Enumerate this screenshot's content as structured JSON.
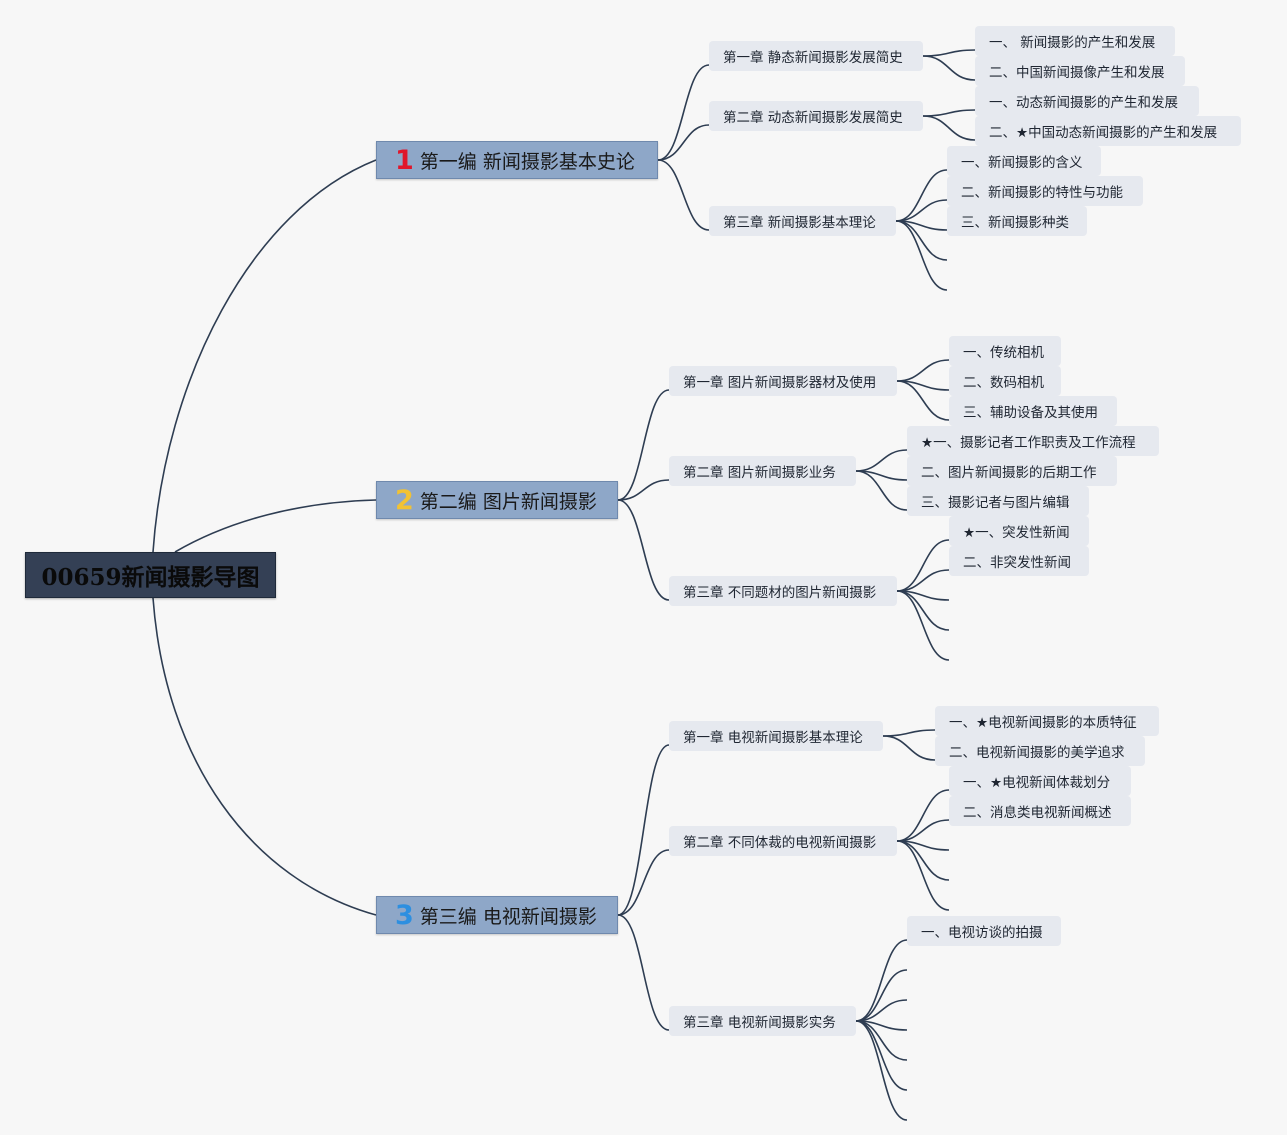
{
  "root": {
    "title": "00659新闻摄影导图"
  },
  "parts": [
    {
      "number": "1",
      "number_color": "#e0162b",
      "title": "第一编 新闻摄影基本史论",
      "chapters": [
        {
          "title": "第一章 静态新闻摄影发展简史",
          "sections": [
            "一、 新闻摄影的产生和发展",
            "二、中国新闻摄像产生和发展"
          ],
          "extra_branches": 0
        },
        {
          "title": "第二章 动态新闻摄影发展简史",
          "sections": [
            "一、动态新闻摄影的产生和发展",
            "二、★中国动态新闻摄影的产生和发展"
          ],
          "extra_branches": 0
        },
        {
          "title": "第三章 新闻摄影基本理论",
          "sections": [
            "一、新闻摄影的含义",
            "二、新闻摄影的特性与功能",
            "三、新闻摄影种类"
          ],
          "extra_branches": 2
        }
      ]
    },
    {
      "number": "2",
      "number_color": "#f2c233",
      "title": "第二编 图片新闻摄影",
      "chapters": [
        {
          "title": "第一章 图片新闻摄影器材及使用",
          "sections": [
            "一、传统相机",
            "二、数码相机",
            "三、辅助设备及其使用"
          ],
          "extra_branches": 0
        },
        {
          "title": "第二章 图片新闻摄影业务",
          "sections": [
            "★一、摄影记者工作职责及工作流程",
            "二、图片新闻摄影的后期工作",
            "三、摄影记者与图片编辑"
          ],
          "extra_branches": 0
        },
        {
          "title": "第三章 不同题材的图片新闻摄影",
          "sections": [
            "★一、突发性新闻",
            "二、非突发性新闻"
          ],
          "extra_branches": 3
        }
      ]
    },
    {
      "number": "3",
      "number_color": "#2d8fe0",
      "title": "第三编 电视新闻摄影",
      "chapters": [
        {
          "title": "第一章 电视新闻摄影基本理论",
          "sections": [
            "一、★电视新闻摄影的本质特征",
            "二、电视新闻摄影的美学追求"
          ],
          "extra_branches": 0
        },
        {
          "title": "第二章 不同体裁的电视新闻摄影",
          "sections": [
            "一、★电视新闻体裁划分",
            "二、消息类电视新闻概述"
          ],
          "extra_branches": 3
        },
        {
          "title": "第三章 电视新闻摄影实务",
          "sections": [
            "一、电视访谈的拍摄"
          ],
          "extra_branches": 6
        }
      ]
    }
  ]
}
